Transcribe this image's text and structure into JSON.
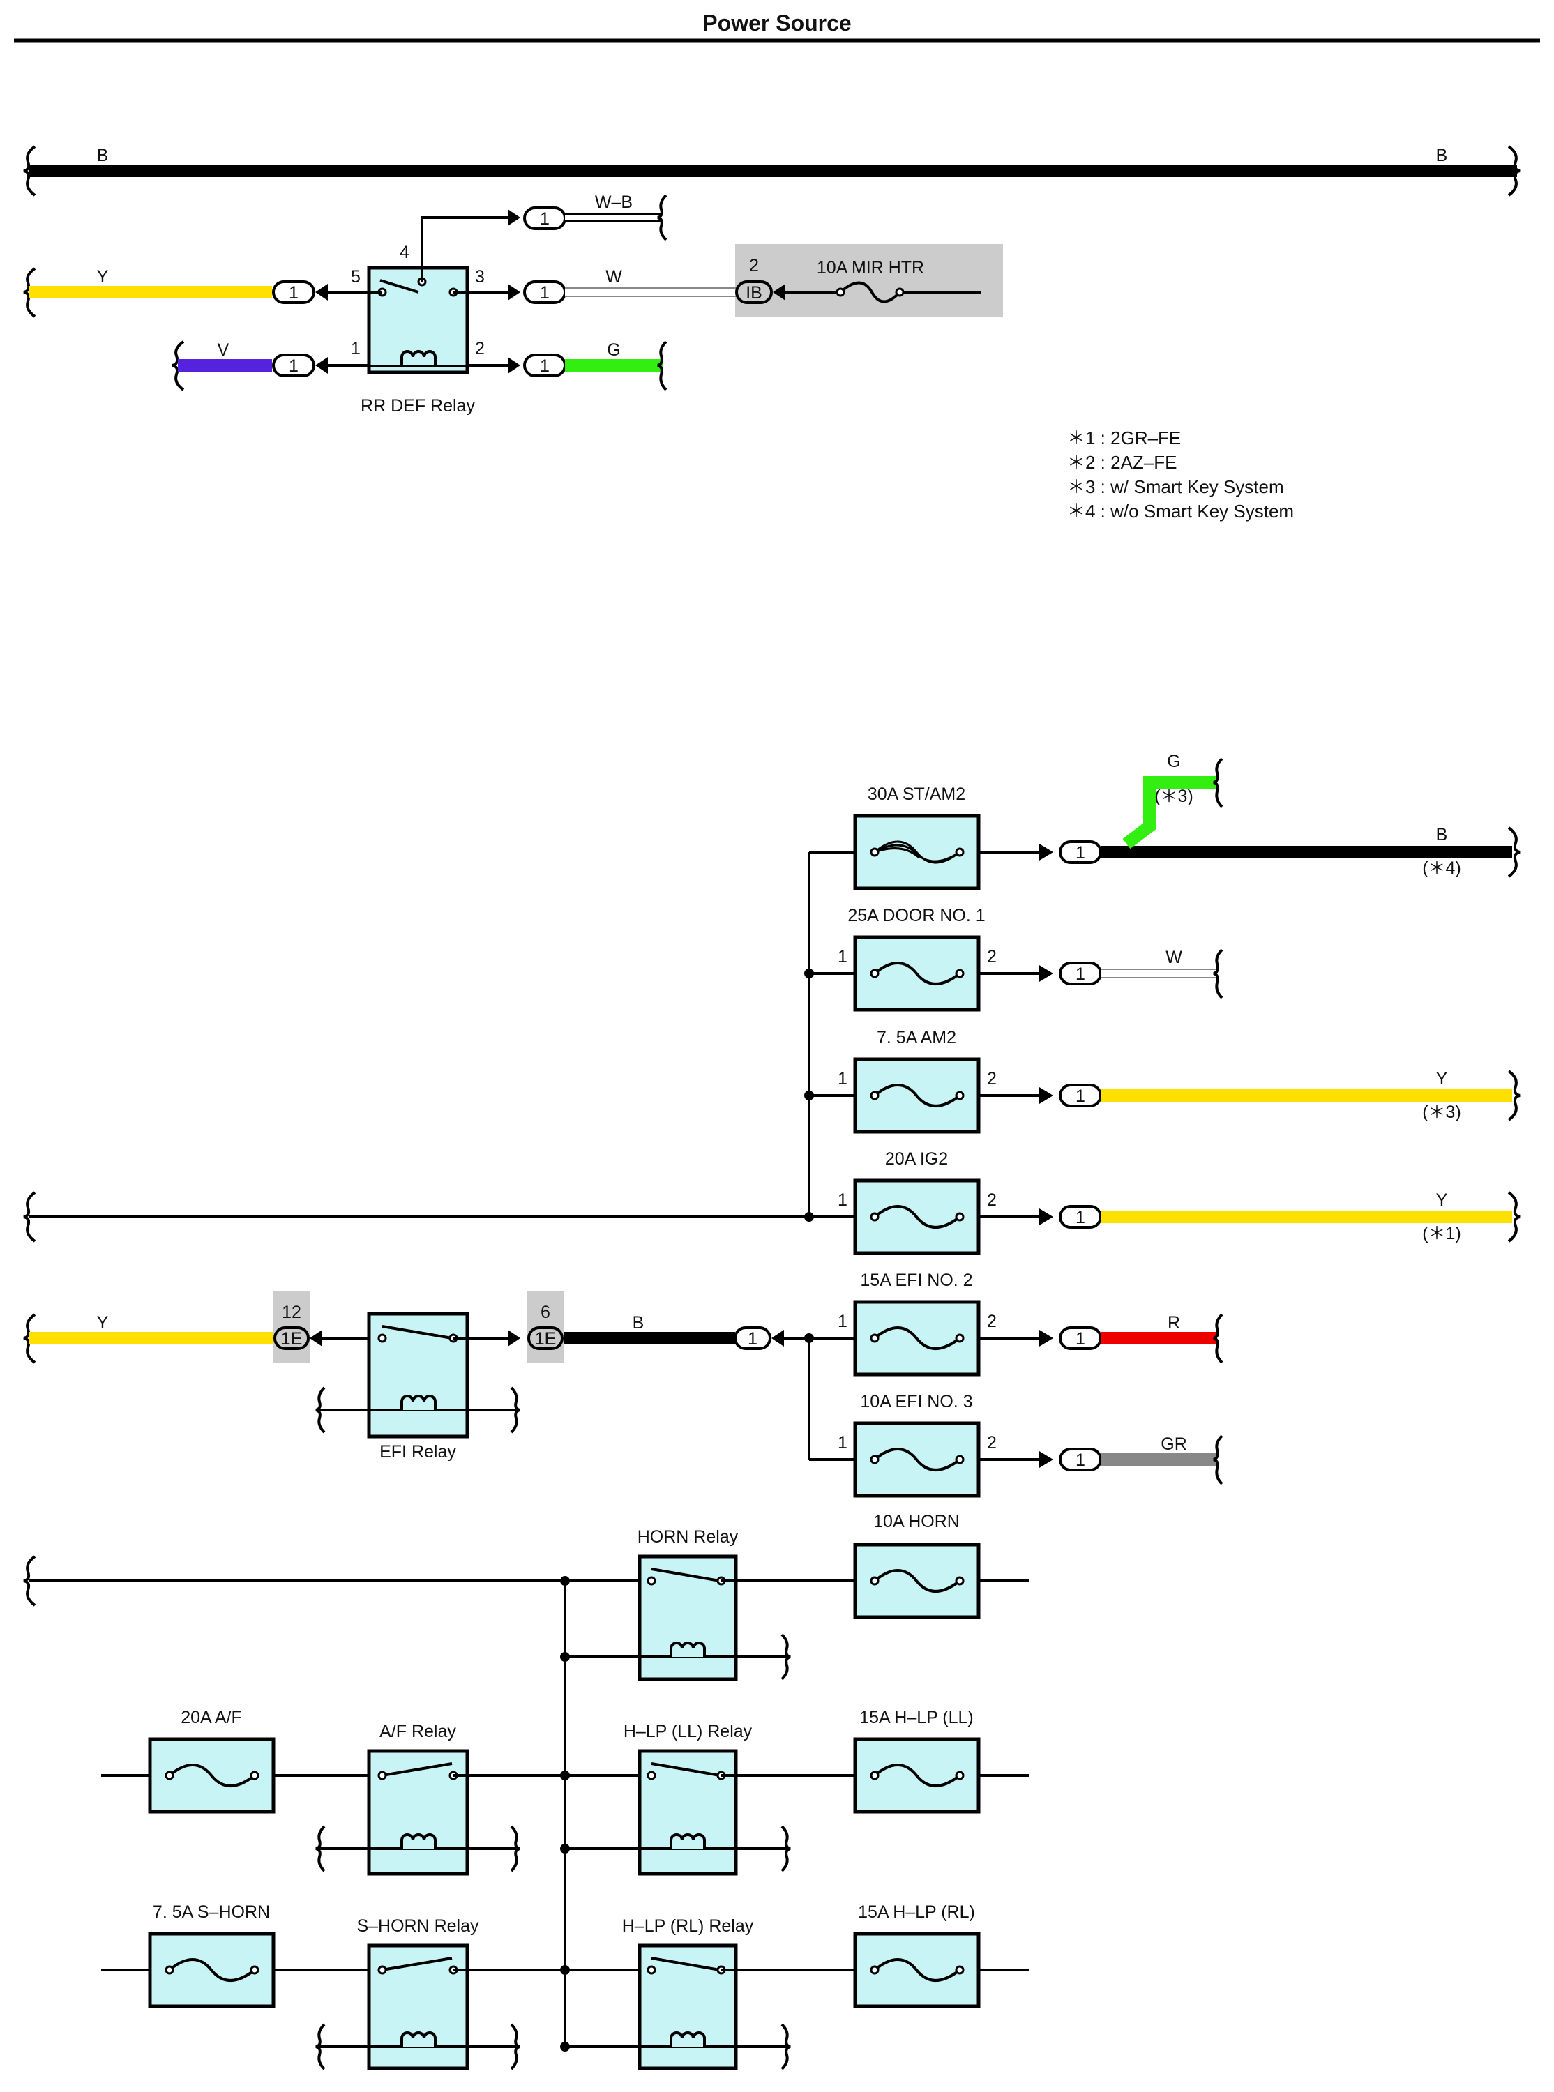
{
  "title": "Power Source",
  "colors": {
    "B": "#000000",
    "Y": "#ffe000",
    "V": "#5522dd",
    "G": "#33ee11",
    "R": "#ee0000",
    "GR": "#888888",
    "W": "#ffffff",
    "W-B": "#ffffff",
    "component_fill": "#c8f4f6",
    "shade": "#cccccc"
  },
  "notes": [
    "＊1 : 2GR–FE",
    "＊2 : 2AZ–FE",
    "＊3 : w/ Smart Key System",
    "＊4 : w/o Smart Key System"
  ],
  "upper": {
    "bus_left": "B",
    "bus_right": "B",
    "relay": "RR DEF Relay",
    "relay_pins": {
      "p1": "1",
      "p2": "2",
      "p3": "3",
      "p4": "4",
      "p5": "5"
    },
    "wire_wb": "W–B",
    "wire_y": "Y",
    "wire_w": "W",
    "wire_v": "V",
    "wire_g": "G",
    "connector": "1",
    "ib_pin": "2",
    "ib_code": "IB",
    "fuse_mir": "10A MIR HTR"
  },
  "middle": {
    "fuses": [
      {
        "name": "30A ST/AM2",
        "pin_in": "",
        "pin_out": "",
        "wire": "B",
        "note": "(＊4)"
      },
      {
        "name": "25A DOOR NO. 1",
        "pin_in": "1",
        "pin_out": "2",
        "wire": "W",
        "note": ""
      },
      {
        "name": "7. 5A AM2",
        "pin_in": "1",
        "pin_out": "2",
        "wire": "Y",
        "note": "(＊3)"
      },
      {
        "name": "20A IG2",
        "pin_in": "1",
        "pin_out": "2",
        "wire": "Y",
        "note": "(＊1)"
      }
    ],
    "branch_wire": "G",
    "branch_note": "(＊3)",
    "connector": "1"
  },
  "efi": {
    "wire_y": "Y",
    "pin_left": "12",
    "code_left": "1E",
    "pin_right": "6",
    "code_right": "1E",
    "wire_b": "B",
    "relay": "EFI Relay",
    "connector": "1",
    "fuse_efi2": "15A EFI NO. 2",
    "fuse_efi3": "10A EFI NO. 3",
    "pin_in": "1",
    "pin_out": "2",
    "wire_r": "R",
    "wire_gr": "GR"
  },
  "lower": {
    "horn_relay": "HORN Relay",
    "fuse_horn": "10A HORN",
    "fuse_af": "20A A/F",
    "af_relay": "A/F Relay",
    "hlp_ll_relay": "H–LP (LL) Relay",
    "fuse_hlp_ll": "15A H–LP (LL)",
    "fuse_shorn": "7. 5A S–HORN",
    "shorn_relay": "S–HORN Relay",
    "hlp_rl_relay": "H–LP (RL) Relay",
    "fuse_hlp_rl": "15A H–LP (RL)"
  }
}
